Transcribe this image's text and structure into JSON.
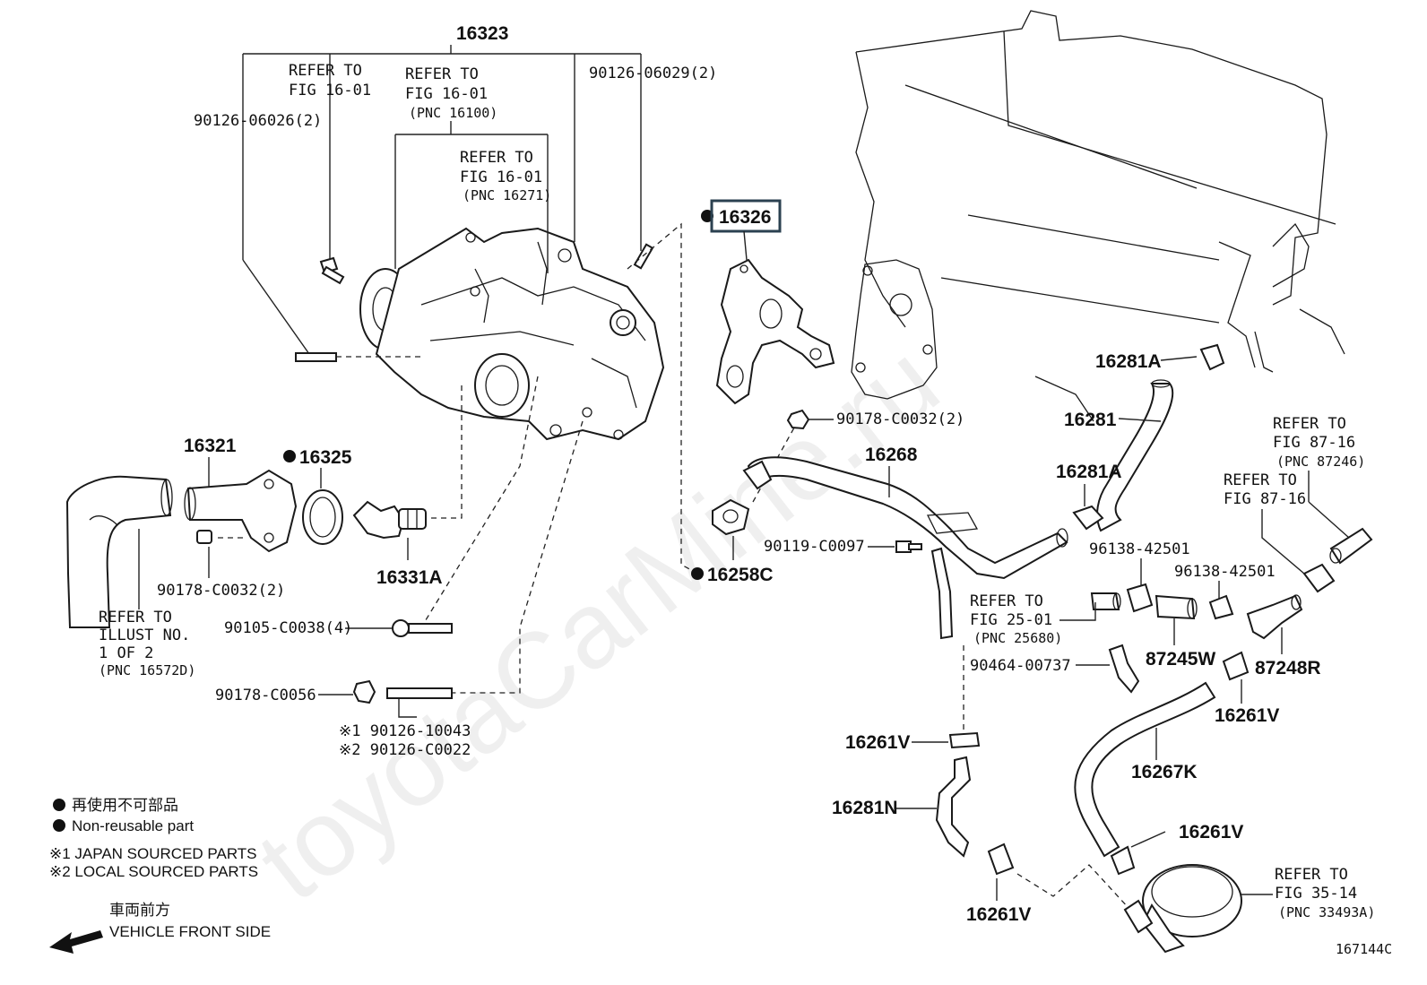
{
  "watermark": "toyotaCarMine.ru",
  "labels": {
    "p16323": "16323",
    "refer_a1": "REFER TO",
    "refer_a2": "FIG 16-01",
    "refer_b1": "REFER TO",
    "refer_b2": "FIG 16-01",
    "refer_b3": "(PNC 16100)",
    "refer_c1": "REFER TO",
    "refer_c2": "FIG 16-01",
    "refer_c3": "(PNC 16271)",
    "p90126_06026": "90126-06026(2)",
    "p90126_06029": "90126-06029(2)",
    "p16326": "16326",
    "p16321": "16321",
    "p16325": "16325",
    "p16331A": "16331A",
    "p90178_C0032_a": "90178-C0032(2)",
    "refer_d1": "REFER TO",
    "refer_d2": "ILLUST NO.",
    "refer_d3": "1 OF 2",
    "refer_d4": "(PNC 16572D)",
    "p90105_C0038": "90105-C0038(4)",
    "p90178_C0056": "90178-C0056",
    "p90126_10043": "※1 90126-10043",
    "p90126_C0022": "※2 90126-C0022",
    "p90178_C0032_b": "90178-C0032(2)",
    "p16268": "16268",
    "p90119_C0097": "90119-C0097",
    "p16258C": "16258C",
    "p16281A_a": "16281A",
    "p16281": "16281",
    "p16281A_b": "16281A",
    "refer_e1": "REFER TO",
    "refer_e2": "FIG 87-16",
    "refer_e3": "(PNC 87246)",
    "refer_f1": "REFER TO",
    "refer_f2": "FIG 87-16",
    "p96138_a": "96138-42501",
    "p96138_b": "96138-42501",
    "refer_g1": "REFER TO",
    "refer_g2": "FIG 25-01",
    "refer_g3": "(PNC 25680)",
    "p87245W": "87245W",
    "p87248R": "87248R",
    "p90464": "90464-00737",
    "p16261V_a": "16261V",
    "p16261V_b": "16261V",
    "p16267K": "16267K",
    "p16281N": "16281N",
    "p16261V_c": "16261V",
    "p16261V_d": "16261V",
    "refer_h1": "REFER TO",
    "refer_h2": "FIG 35-14",
    "refer_h3": "(PNC 33493A)",
    "fig_no": "167144C"
  },
  "legend": {
    "nonreusable_jp": "再使用不可部品",
    "nonreusable_en": "Non-reusable part",
    "japan": "※1 JAPAN SOURCED PARTS",
    "local": "※2 LOCAL SOURCED PARTS",
    "front_jp": "車両前方",
    "front_en": "VEHICLE FRONT SIDE"
  },
  "highlight_part": "16326",
  "colors": {
    "highlight": "#2b4150",
    "ink": "#111111"
  }
}
